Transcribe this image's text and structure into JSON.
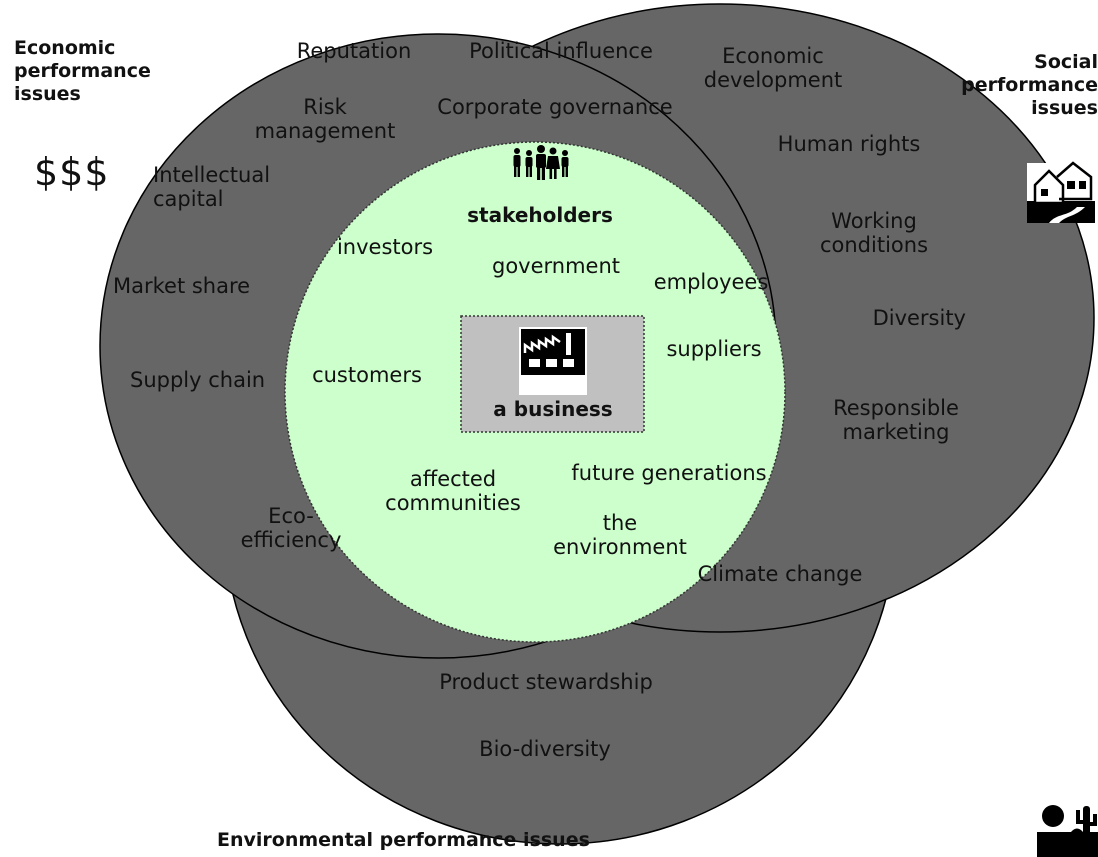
{
  "colors": {
    "circle_fill": "#666666",
    "circle_stroke": "#000000",
    "stakeholder_fill": "#ccffcc",
    "business_box_fill": "#c0c0c0"
  },
  "titles": {
    "economic": "Economic\nperformance\nissues",
    "social": "Social\nperformance\nissues",
    "environmental": "Environmental performance issues"
  },
  "economic_symbol": "$$$",
  "icons": {
    "social": "houses-icon",
    "environmental": "desert-cactus-icon",
    "stakeholders": "people-group-icon",
    "business": "factory-icon"
  },
  "economic_issues": {
    "reputation": "Reputation",
    "political_influence": "Political influence",
    "risk_management": "Risk\nmanagement",
    "corporate_governance": "Corporate governance",
    "intellectual_capital": "Intellectual\ncapital",
    "market_share": "Market share",
    "supply_chain": "Supply chain",
    "eco_efficiency": "Eco-\nefficiency"
  },
  "social_issues": {
    "economic_development": "Economic\ndevelopment",
    "human_rights": "Human rights",
    "working_conditions": "Working\nconditions",
    "diversity": "Diversity",
    "responsible_marketing": "Responsible\nmarketing",
    "climate_change": "Climate change"
  },
  "environmental_issues": {
    "product_stewardship": "Product stewardship",
    "bio_diversity": "Bio-diversity"
  },
  "stakeholders": {
    "title": "stakeholders",
    "investors": "investors",
    "government": "government",
    "employees": "employees",
    "suppliers": "suppliers",
    "customers": "customers",
    "affected_communities": "affected\ncommunities",
    "future_generations": "future generations",
    "the_environment": "the\nenvironment"
  },
  "business": {
    "label": "a business"
  }
}
